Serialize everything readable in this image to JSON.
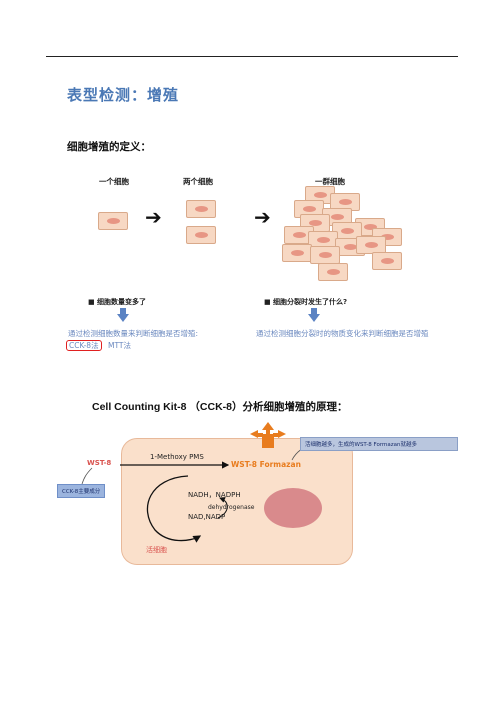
{
  "title": "表型检测：增殖",
  "section1": {
    "heading": "细胞增殖的定义：",
    "labels": {
      "one": "一个细胞",
      "two": "两个细胞",
      "group": "一群细胞"
    },
    "left_bullet": "■ 细胞数量变多了",
    "left_text": "通过检测细胞数量来判断细胞是否增殖:",
    "left_method1": "CCK-8法",
    "left_method2": "MTT法",
    "right_bullet": "■ 细胞分裂时发生了什么?",
    "right_text": "通过检测细胞分裂时的物质变化来判断细胞是否增殖"
  },
  "section2": {
    "heading": "Cell Counting Kit-8 （CCK-8）分析细胞增殖的原理：",
    "wst8": "WST-8",
    "pms": "1-Methoxy PMS",
    "formazan": "WST-8 Formazan",
    "nadh": "NADH，NADPH",
    "dehydrogenase": "dehydrogenase",
    "nad": "NAD,NADP",
    "live_cell": "活细胞",
    "tag_left": "CCK-8主要成分",
    "tag_right": "活细胞越多，生成的WST-8 Formazan就越多"
  },
  "colors": {
    "title_blue": "#4a78b5",
    "formazan_orange": "#e87c1e",
    "wst8_red": "#d9534f"
  }
}
